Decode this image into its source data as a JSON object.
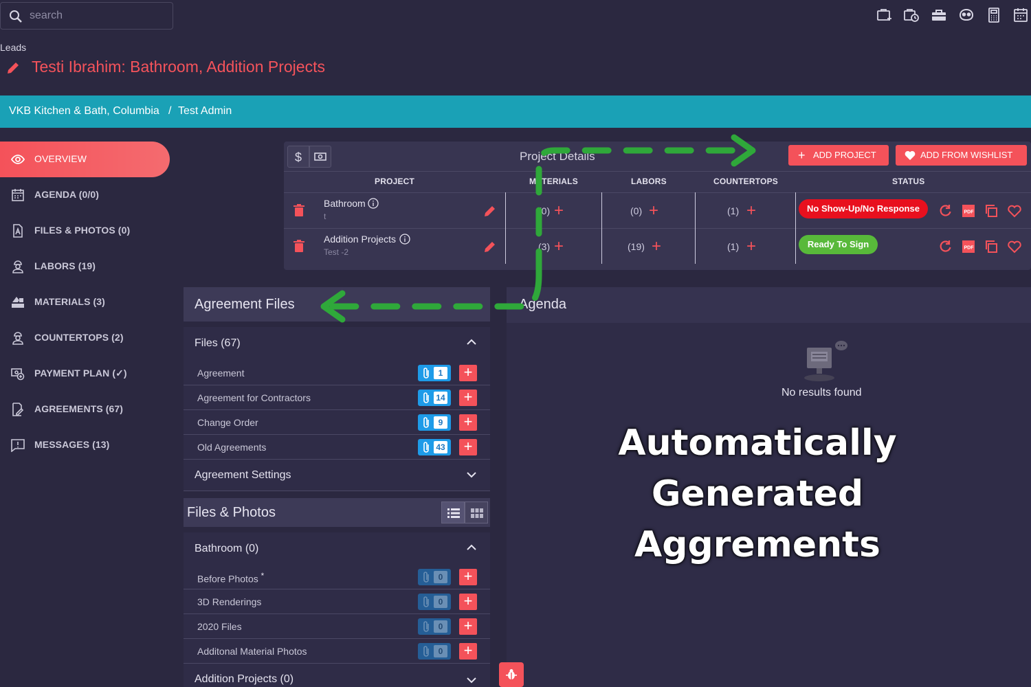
{
  "search": {
    "placeholder": "search"
  },
  "breadcrumb": "Leads",
  "page_title": "Testi Ibrahim: Bathroom, Addition Projects",
  "header_bar": {
    "company": "VKB Kitchen & Bath, Columbia",
    "separator": "/",
    "user": "Test Admin"
  },
  "top_icons": [
    "add-folder-icon",
    "time-folder-icon",
    "toolbox-icon",
    "mask-icon",
    "calculator-icon",
    "calendar-icon"
  ],
  "sidebar": {
    "items": [
      {
        "label": "OVERVIEW",
        "icon": "eye-icon",
        "active": true
      },
      {
        "label": "AGENDA (0/0)",
        "icon": "calendar-icon"
      },
      {
        "label": "FILES & PHOTOS (0)",
        "icon": "file-pdf-icon"
      },
      {
        "label": "LABORS (19)",
        "icon": "worker-icon"
      },
      {
        "label": "MATERIALS (3)",
        "icon": "materials-icon"
      },
      {
        "label": "COUNTERTOPS (2)",
        "icon": "worker-icon"
      },
      {
        "label": "PAYMENT PLAN (✓)",
        "icon": "payment-icon"
      },
      {
        "label": "AGREEMENTS (67)",
        "icon": "agreement-icon"
      },
      {
        "label": "MESSAGES (13)",
        "icon": "message-icon"
      }
    ]
  },
  "project_details": {
    "title": "Project Details",
    "add_project": "ADD PROJECT",
    "add_wishlist": "ADD FROM WISHLIST",
    "columns": [
      "PROJECT",
      "MATERIALS",
      "LABORS",
      "COUNTERTOPS",
      "STATUS"
    ],
    "rows": [
      {
        "name": "Bathroom",
        "sub": "t",
        "materials": "(0)",
        "labors": "(0)",
        "countertops": "(1)",
        "status": "No Show-Up/No Response",
        "status_color": "#e8101e"
      },
      {
        "name": "Addition Projects",
        "sub": "Test -2",
        "materials": "(3)",
        "labors": "(19)",
        "countertops": "(1)",
        "status": "Ready To Sign",
        "status_color": "#58b93a"
      }
    ]
  },
  "agreement_files": {
    "title": "Agreement Files",
    "files_section": "Files (67)",
    "files": [
      {
        "name": "Agreement",
        "count": "1"
      },
      {
        "name": "Agreement for Contractors",
        "count": "14"
      },
      {
        "name": "Change Order",
        "count": "9"
      },
      {
        "name": "Old Agreements",
        "count": "43"
      }
    ],
    "settings": "Agreement Settings"
  },
  "files_photos": {
    "title": "Files & Photos",
    "bathroom_section": "Bathroom (0)",
    "items": [
      {
        "name": "Before Photos",
        "required": "*",
        "count": "0"
      },
      {
        "name": "3D Renderings",
        "count": "0"
      },
      {
        "name": "2020 Files",
        "count": "0"
      },
      {
        "name": "Additonal Material Photos",
        "count": "0"
      }
    ],
    "addition_section": "Addition Projects (0)"
  },
  "agenda": {
    "title": "Agenda",
    "empty": "No results found"
  },
  "caption": {
    "line1": "Automatically Generated",
    "line2": "Aggrements"
  },
  "colors": {
    "accent": "#f4525a",
    "teal": "#1aa1b6",
    "bg": "#2b2840",
    "arrow": "#2fa83a"
  }
}
